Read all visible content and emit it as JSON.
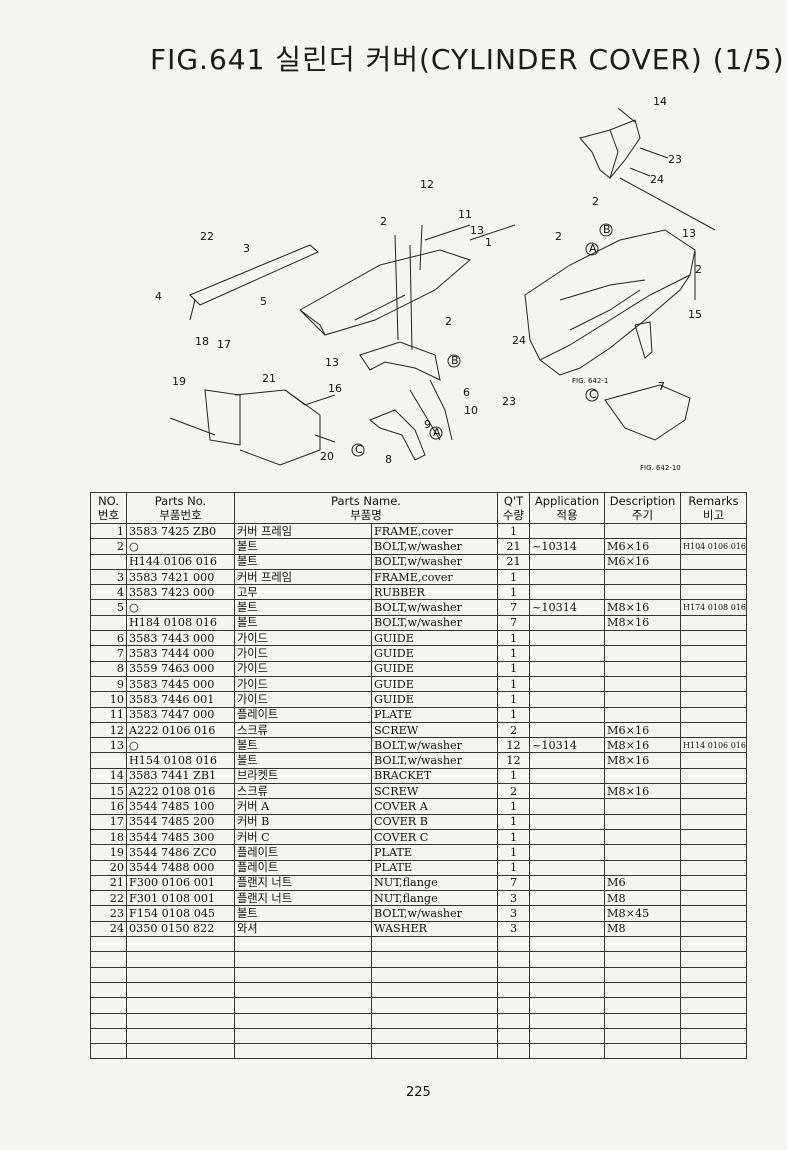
{
  "title": "FIG.641 실린더 커버(CYLINDER COVER) (1/5)",
  "diagram": {
    "callouts": [
      "14",
      "23",
      "24",
      "12",
      "11",
      "13",
      "2",
      "1",
      "22",
      "3",
      "4",
      "5",
      "2",
      "B",
      "13",
      "2",
      "15",
      "2",
      "A",
      "18",
      "17",
      "21",
      "16",
      "13",
      "B",
      "6",
      "24",
      "19",
      "10",
      "9",
      "A",
      "23",
      "20",
      "C",
      "8",
      "7",
      "C",
      "2"
    ],
    "fig_refs": [
      "FIG. 642-1",
      "FIG. 642-10"
    ]
  },
  "table": {
    "headers": {
      "no_en": "NO.",
      "no_ko": "번호",
      "part_en": "Parts No.",
      "part_ko": "부품번호",
      "name_en": "Parts Name.",
      "name_ko": "부품명",
      "qt_en": "Q'T",
      "qt_ko": "수량",
      "app_en": "Application",
      "app_ko": "적용",
      "desc_en": "Description",
      "desc_ko": "주기",
      "rem_en": "Remarks",
      "rem_ko": "비고"
    },
    "rows": [
      {
        "no": "1",
        "part": "3583 7425 ZB0",
        "ko": "커버 프레임",
        "en": "FRAME,cover",
        "qt": "1",
        "app": "",
        "desc": "",
        "rem": ""
      },
      {
        "no": "2",
        "part": "○",
        "ko": "볼트",
        "en": "BOLT,w/washer",
        "qt": "21",
        "app": "~10314",
        "desc": "M6×16",
        "rem": "H104 0106 016"
      },
      {
        "no": "",
        "part": "H144 0106 016",
        "ko": "볼트",
        "en": "BOLT,w/washer",
        "qt": "21",
        "app": "",
        "desc": "M6×16",
        "rem": ""
      },
      {
        "no": "3",
        "part": "3583 7421 000",
        "ko": "커버 프레임",
        "en": "FRAME,cover",
        "qt": "1",
        "app": "",
        "desc": "",
        "rem": ""
      },
      {
        "no": "4",
        "part": "3583 7423 000",
        "ko": "고무",
        "en": "RUBBER",
        "qt": "1",
        "app": "",
        "desc": "",
        "rem": ""
      },
      {
        "no": "5",
        "part": "○",
        "ko": "볼트",
        "en": "BOLT,w/washer",
        "qt": "7",
        "app": "~10314",
        "desc": "M8×16",
        "rem": "H174 0108 016"
      },
      {
        "no": "",
        "part": "H184 0108 016",
        "ko": "볼트",
        "en": "BOLT,w/washer",
        "qt": "7",
        "app": "",
        "desc": "M8×16",
        "rem": ""
      },
      {
        "no": "6",
        "part": "3583 7443 000",
        "ko": "가이드",
        "en": "GUIDE",
        "qt": "1",
        "app": "",
        "desc": "",
        "rem": ""
      },
      {
        "no": "7",
        "part": "3583 7444 000",
        "ko": "가이드",
        "en": "GUIDE",
        "qt": "1",
        "app": "",
        "desc": "",
        "rem": ""
      },
      {
        "no": "8",
        "part": "3559 7463 000",
        "ko": "가이드",
        "en": "GUIDE",
        "qt": "1",
        "app": "",
        "desc": "",
        "rem": ""
      },
      {
        "no": "9",
        "part": "3583 7445 000",
        "ko": "가이드",
        "en": "GUIDE",
        "qt": "1",
        "app": "",
        "desc": "",
        "rem": ""
      },
      {
        "no": "10",
        "part": "3583 7446 001",
        "ko": "가이드",
        "en": "GUIDE",
        "qt": "1",
        "app": "",
        "desc": "",
        "rem": ""
      },
      {
        "no": "11",
        "part": "3583 7447 000",
        "ko": "플레이트",
        "en": "PLATE",
        "qt": "1",
        "app": "",
        "desc": "",
        "rem": ""
      },
      {
        "no": "12",
        "part": "A222 0106 016",
        "ko": "스크류",
        "en": "SCREW",
        "qt": "2",
        "app": "",
        "desc": "M6×16",
        "rem": ""
      },
      {
        "no": "13",
        "part": "○",
        "ko": "볼트",
        "en": "BOLT,w/washer",
        "qt": "12",
        "app": "~10314",
        "desc": "M8×16",
        "rem": "H114 0106 016"
      },
      {
        "no": "",
        "part": "H154 0108 016",
        "ko": "볼트",
        "en": "BOLT,w/washer",
        "qt": "12",
        "app": "",
        "desc": "M8×16",
        "rem": ""
      },
      {
        "no": "14",
        "part": "3583 7441 ZB1",
        "ko": "브라켓트",
        "en": "BRACKET",
        "qt": "1",
        "app": "",
        "desc": "",
        "rem": ""
      },
      {
        "no": "15",
        "part": "A222 0108 016",
        "ko": "스크류",
        "en": "SCREW",
        "qt": "2",
        "app": "",
        "desc": "M8×16",
        "rem": ""
      },
      {
        "no": "16",
        "part": "3544 7485 100",
        "ko": "커버 A",
        "en": "COVER A",
        "qt": "1",
        "app": "",
        "desc": "",
        "rem": ""
      },
      {
        "no": "17",
        "part": "3544 7485 200",
        "ko": "커버 B",
        "en": "COVER B",
        "qt": "1",
        "app": "",
        "desc": "",
        "rem": ""
      },
      {
        "no": "18",
        "part": "3544 7485 300",
        "ko": "커버 C",
        "en": "COVER C",
        "qt": "1",
        "app": "",
        "desc": "",
        "rem": ""
      },
      {
        "no": "19",
        "part": "3544 7486 ZC0",
        "ko": "플레이트",
        "en": "PLATE",
        "qt": "1",
        "app": "",
        "desc": "",
        "rem": ""
      },
      {
        "no": "20",
        "part": "3544 7488 000",
        "ko": "플레이트",
        "en": "PLATE",
        "qt": "1",
        "app": "",
        "desc": "",
        "rem": ""
      },
      {
        "no": "21",
        "part": "F300 0106 001",
        "ko": "플랜지 너트",
        "en": "NUT,flange",
        "qt": "7",
        "app": "",
        "desc": "M6",
        "rem": ""
      },
      {
        "no": "22",
        "part": "F301 0108 001",
        "ko": "플랜지 너트",
        "en": "NUT,flange",
        "qt": "3",
        "app": "",
        "desc": "M8",
        "rem": ""
      },
      {
        "no": "23",
        "part": "F154 0108 045",
        "ko": "볼트",
        "en": "BOLT,w/washer",
        "qt": "3",
        "app": "",
        "desc": "M8×45",
        "rem": ""
      },
      {
        "no": "24",
        "part": "0350 0150 822",
        "ko": "와셔",
        "en": "WASHER",
        "qt": "3",
        "app": "",
        "desc": "M8",
        "rem": ""
      }
    ],
    "blank_rows": 8
  },
  "page_number": "225"
}
